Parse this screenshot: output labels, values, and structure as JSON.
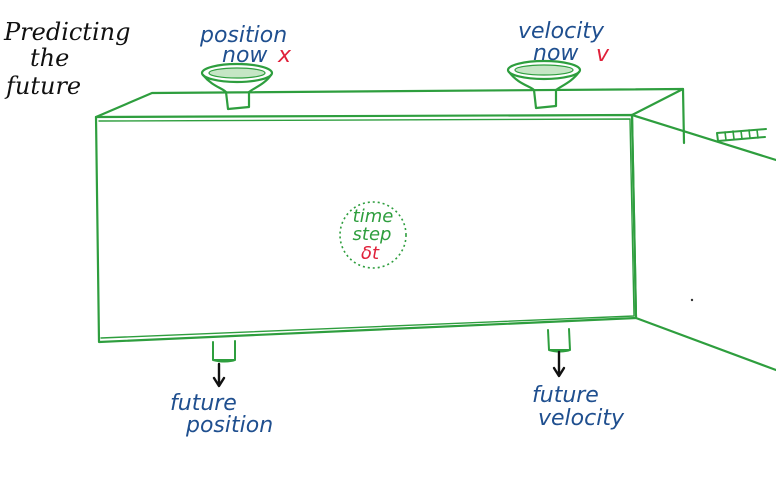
{
  "title": {
    "lines": [
      "Predicting",
      "the",
      "future"
    ]
  },
  "inputs": {
    "position": {
      "line1": "position",
      "line2": "now",
      "symbol": "x"
    },
    "velocity": {
      "line1": "velocity",
      "line2": "now",
      "symbol": "v"
    }
  },
  "box_label": {
    "line1": "time",
    "line2": "step",
    "symbol": "δt"
  },
  "outputs": {
    "position": {
      "line1": "future",
      "line2": "position"
    },
    "velocity": {
      "line1": "future",
      "line2": "velocity"
    }
  },
  "colors": {
    "box": "#2e9e3e",
    "label_blue": "#1f4f8f",
    "symbol_red": "#e0213a",
    "title": "#111111",
    "arrow": "#111111"
  }
}
